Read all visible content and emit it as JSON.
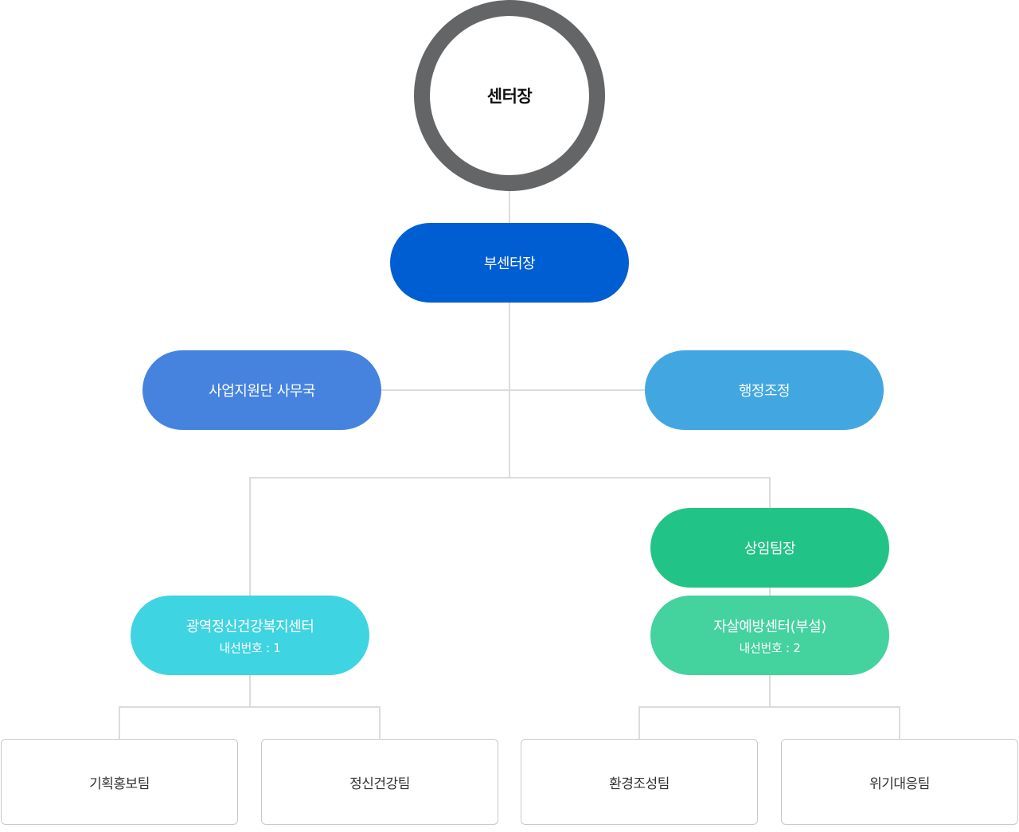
{
  "director": {
    "label": "센터장"
  },
  "vice_director": {
    "label": "부센터장"
  },
  "left_office": {
    "label": "사업지원단 사무국"
  },
  "right_office": {
    "label": "행정조정"
  },
  "standing_lead": {
    "label": "상임팀장"
  },
  "center_a": {
    "label": "광역정신건강복지센터",
    "extension": "내선번호 : 1"
  },
  "center_b": {
    "label": "자살예방센터(부설)",
    "extension": "내선번호 : 2"
  },
  "teams": [
    {
      "label": "기획홍보팀"
    },
    {
      "label": "정신건강팀"
    },
    {
      "label": "환경조성팀"
    },
    {
      "label": "위기대응팀"
    }
  ],
  "colors": {
    "director_ring": "#646567",
    "vice_director": "#005ed3",
    "left_office": "#4683de",
    "right_office": "#42a7e1",
    "standing_lead": "#22c386",
    "center_a": "#3fd4e1",
    "center_b": "#44d29f",
    "connector": "#dcdcdc"
  }
}
